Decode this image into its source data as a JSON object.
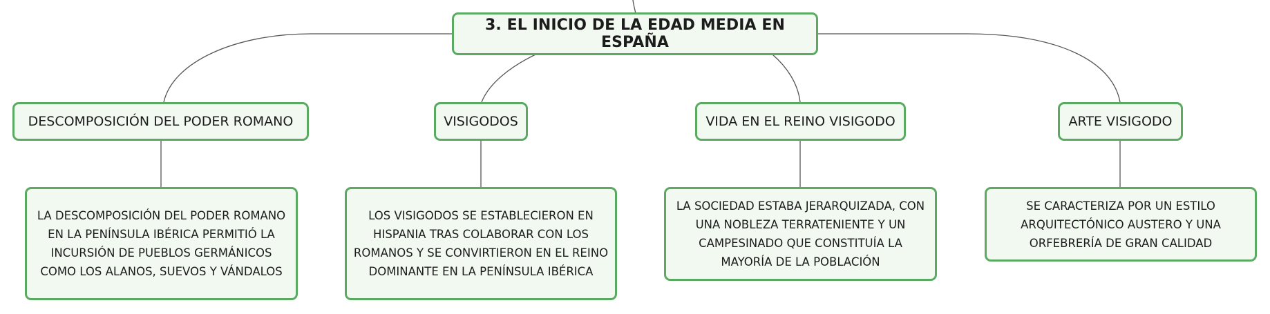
{
  "root": {
    "label": "3. EL INICIO DE LA EDAD MEDIA EN ESPAÑA"
  },
  "topics": [
    {
      "label": "DESCOMPOSICIÓN DEL PODER ROMANO",
      "detail": [
        "LA DESCOMPOSICIÓN DEL PODER ROMANO",
        "EN LA PENÍNSULA IBÉRICA PERMITIÓ LA",
        "INCURSIÓN DE PUEBLOS GERMÁNICOS",
        "COMO LOS ALANOS, SUEVOS Y VÁNDALOS"
      ]
    },
    {
      "label": "VISIGODOS",
      "detail": [
        "LOS VISIGODOS SE ESTABLECIERON EN",
        "HISPANIA TRAS COLABORAR CON LOS",
        "ROMANOS Y SE CONVIRTIERON EN EL REINO",
        "DOMINANTE EN LA PENÍNSULA IBÉRICA"
      ]
    },
    {
      "label": "VIDA EN EL REINO VISIGODO",
      "detail": [
        "LA SOCIEDAD ESTABA JERARQUIZADA, CON",
        "UNA NOBLEZA TERRATENIENTE Y UN",
        "CAMPESINADO QUE CONSTITUÍA LA",
        "MAYORÍA DE LA POBLACIÓN"
      ]
    },
    {
      "label": "ARTE VISIGODO",
      "detail": [
        "SE CARACTERIZA POR UN ESTILO",
        "ARQUITECTÓNICO AUSTERO Y UNA",
        "ORFEBRERÍA DE GRAN CALIDAD"
      ]
    }
  ]
}
